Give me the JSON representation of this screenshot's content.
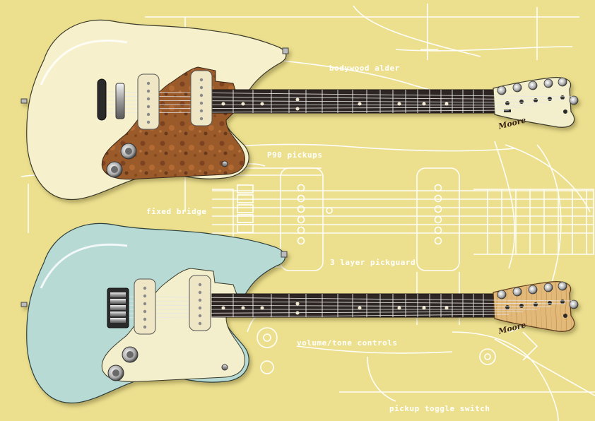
{
  "annotations": {
    "bodywood": "bodywood alder",
    "pickups": "P90 pickups",
    "bridge": "fixed bridge",
    "pickguard": "3 layer pickguard",
    "controls": "volume/tone controls",
    "toggle": "pickup toggle switch"
  },
  "headstock_logo": "Moore",
  "colors": {
    "background": "#ece08f",
    "blueprint_line": "#ffffff",
    "body_cream": "#f6f1cc",
    "body_seafoam": "#b7dad4",
    "pickguard_tortoise": "#9a5a2a",
    "pickguard_cream": "#f3eecb",
    "fretboard_rosewood": "#2f2523",
    "headstock_maple": "#e3b979"
  },
  "guitars": [
    {
      "finish": "cream",
      "pickguard": "tortoise",
      "headstock": "cream"
    },
    {
      "finish": "seafoam green",
      "pickguard": "cream",
      "headstock": "natural maple"
    }
  ]
}
